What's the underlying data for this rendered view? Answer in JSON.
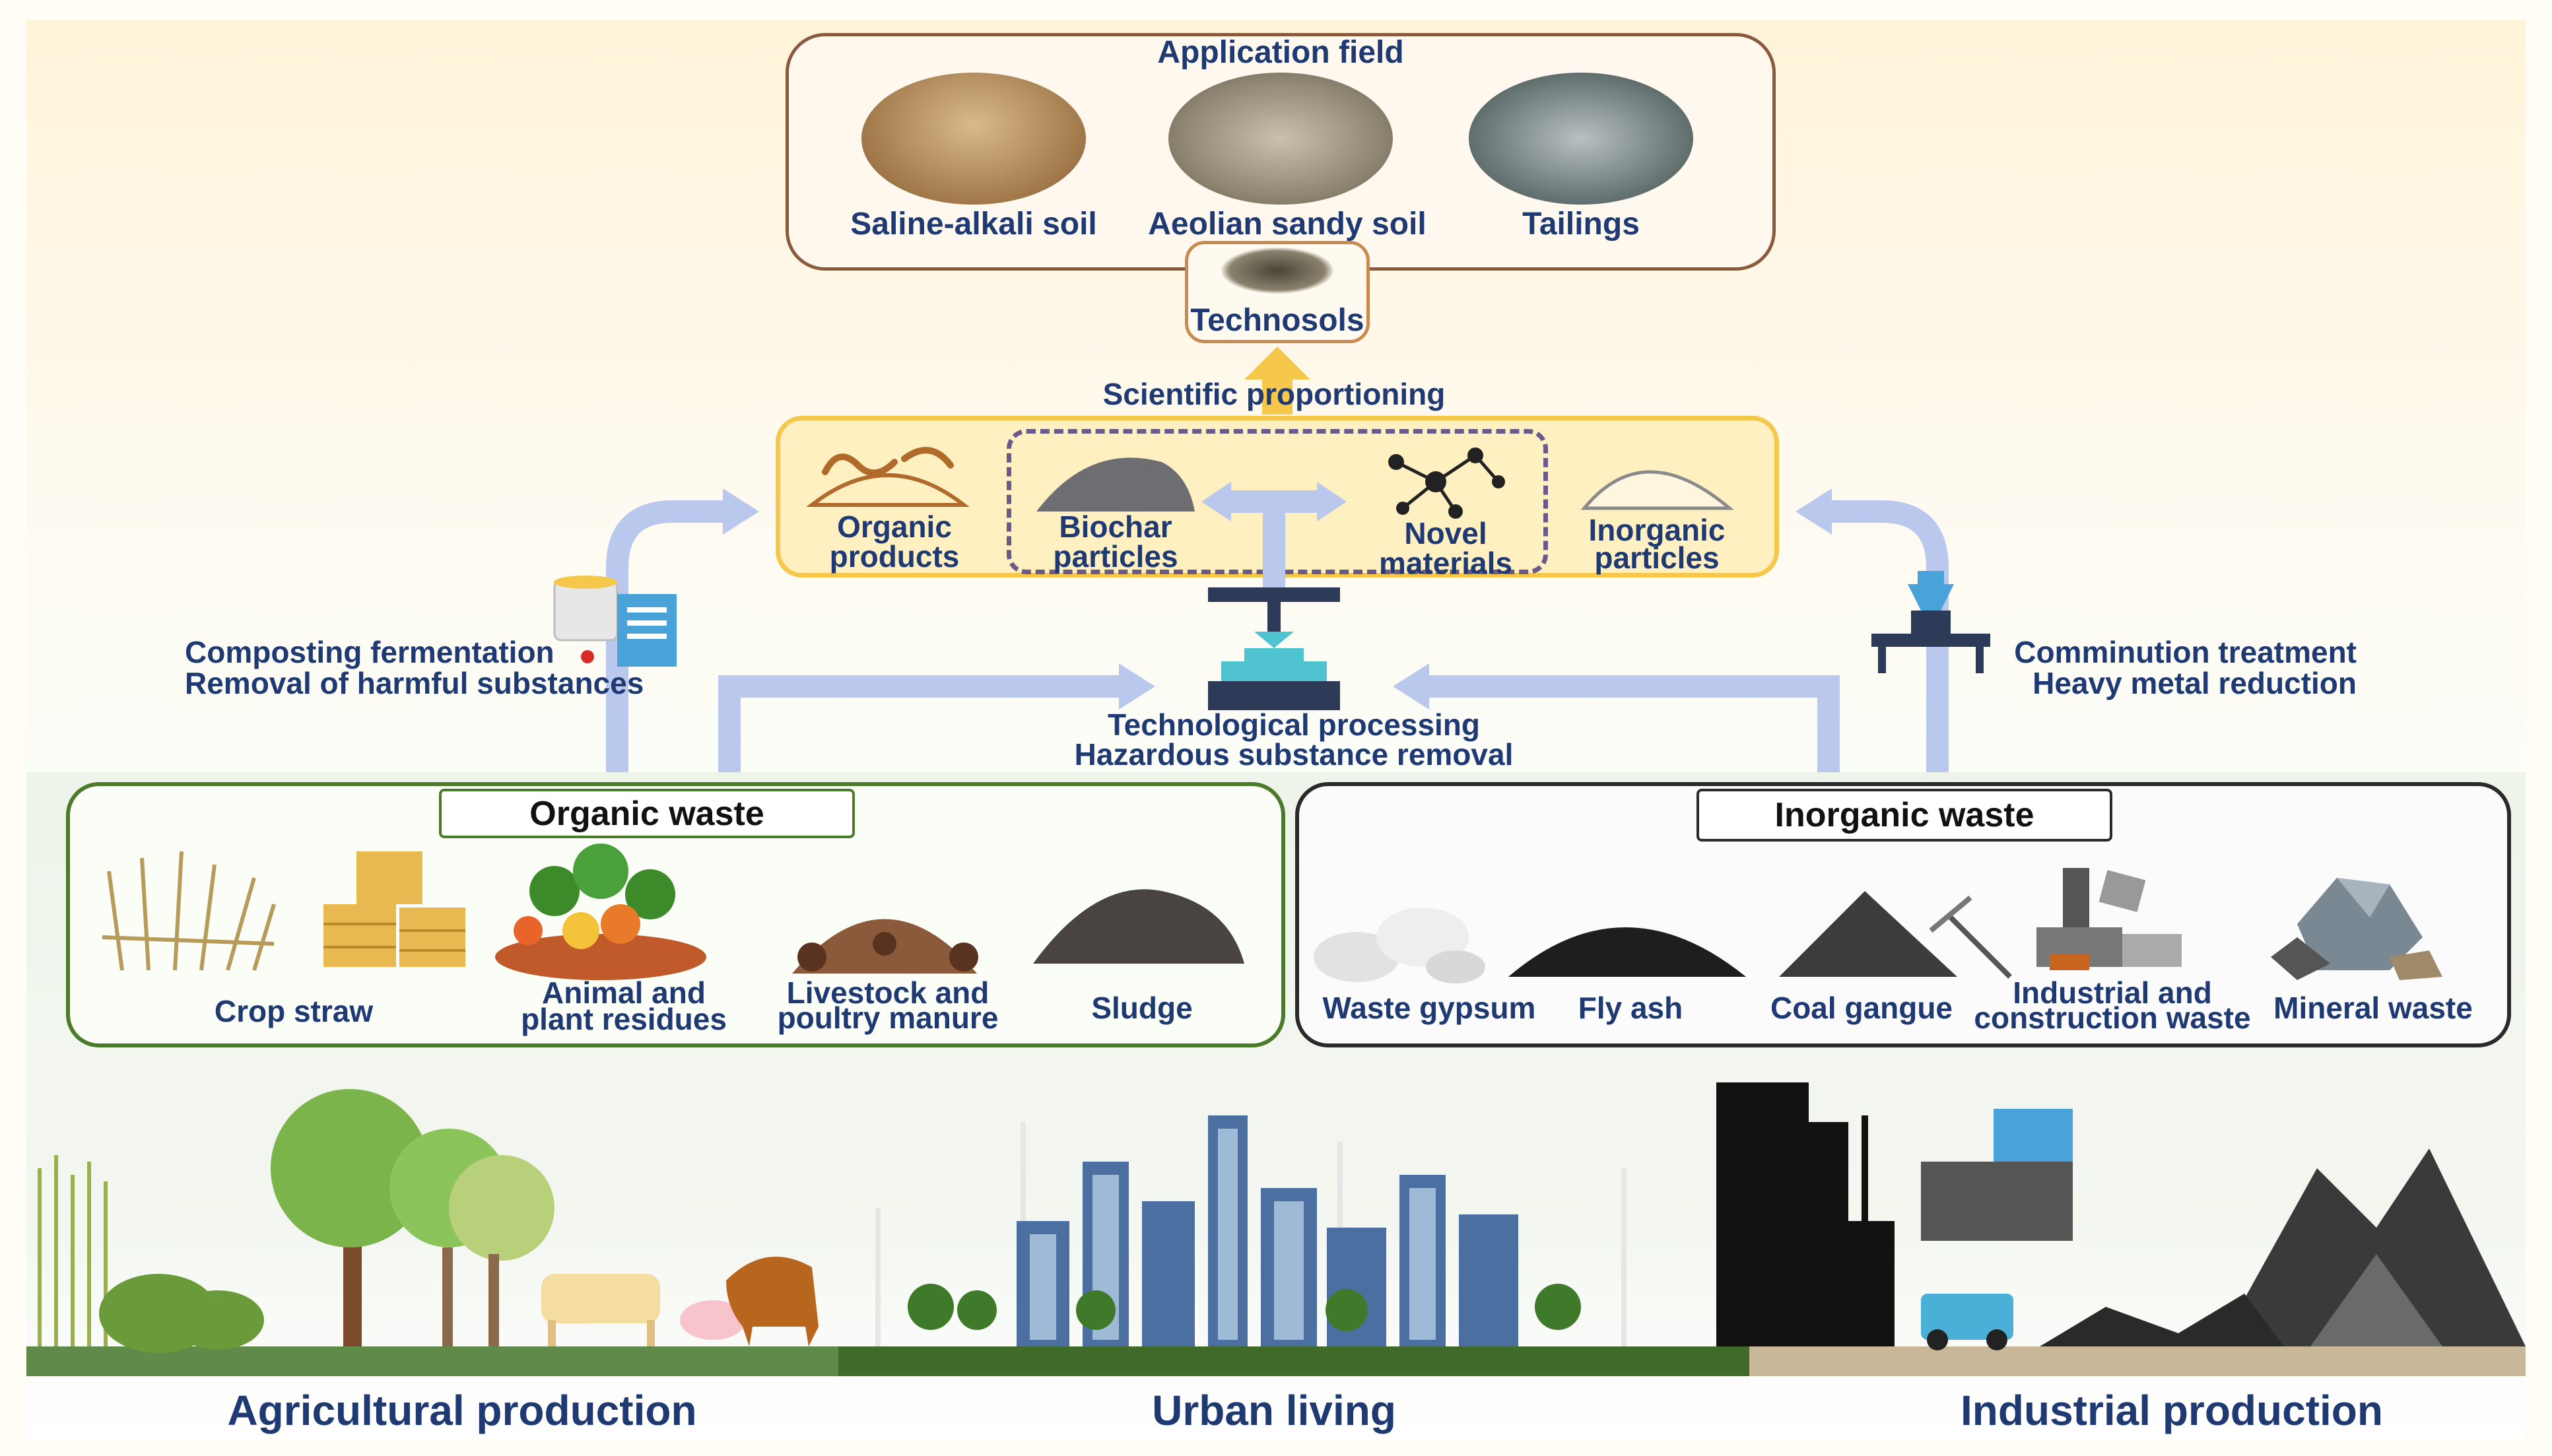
{
  "application": {
    "title": "Application field",
    "items": [
      {
        "label": "Saline-alkali soil"
      },
      {
        "label": "Aeolian sandy soil"
      },
      {
        "label": "Tailings"
      }
    ]
  },
  "technosols": "Technosols",
  "proportioning": "Scientific proportioning",
  "products": {
    "organic_l1": "Organic",
    "organic_l2": "products",
    "biochar_l1": "Biochar",
    "biochar_l2": "particles",
    "novel_l1": "Novel",
    "novel_l2": "materials",
    "inorganic_l1": "Inorganic",
    "inorganic_l2": "particles"
  },
  "left_process": {
    "line1": "Composting fermentation",
    "line2": "Removal of harmful substances"
  },
  "right_process": {
    "line1": "Comminution treatment",
    "line2": "Heavy metal reduction"
  },
  "center_process": {
    "line1": "Technological processing",
    "line2": "Hazardous substance removal"
  },
  "organic_waste": {
    "title": "Organic waste",
    "items": {
      "crop_straw": "Crop straw",
      "residues_l1": "Animal and",
      "residues_l2": "plant residues",
      "manure_l1": "Livestock and",
      "manure_l2": "poultry manure",
      "sludge": "Sludge"
    }
  },
  "inorganic_waste": {
    "title": "Inorganic waste",
    "items": {
      "gypsum": "Waste gypsum",
      "fly_ash": "Fly ash",
      "coal_gangue": "Coal gangue",
      "industrial_l1": "Industrial and",
      "industrial_l2": "construction waste",
      "mineral": "Mineral waste"
    }
  },
  "sources": {
    "agri": "Agricultural production",
    "urban": "Urban living",
    "industrial": "Industrial production"
  },
  "colors": {
    "text": "#1f3a73",
    "arrow": "#b9c8ec",
    "up_arrow": "#f5c84c",
    "organic_border": "#4a7a2a",
    "inorganic_border": "#2a2a2a",
    "mid_border": "#f5c84c",
    "app_border": "#8b5a3c"
  }
}
